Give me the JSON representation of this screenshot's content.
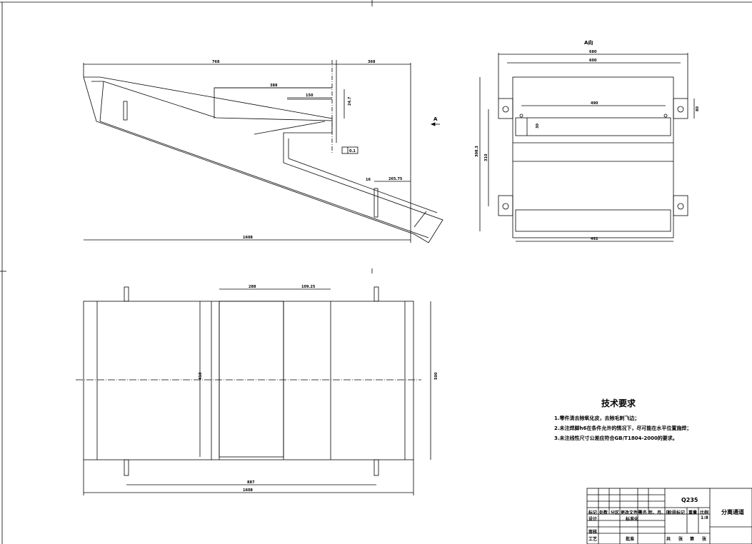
{
  "view_label_top": "A向",
  "view_arrow_label": "A",
  "dims": {
    "side_top_left": "768",
    "side_top_right": "368",
    "side_inner": "388",
    "side_150": "150",
    "side_24": "24.7",
    "side_16": "16",
    "side_265": "265.75",
    "side_total": "1608",
    "flatness": "0.1",
    "end_top_outer": "680",
    "end_top_inner": "600",
    "end_slot": "490",
    "end_bottom": "492",
    "end_side_a": "308.3",
    "end_side_b": "310",
    "end_right": "80",
    "end_slot_h": "30",
    "plan_top_left": "288",
    "plan_top_right": "109.25",
    "plan_inner_h": "418",
    "plan_right_h": "500",
    "plan_bottom": "887",
    "plan_total": "1608"
  },
  "tech_requirements": {
    "title": "技术要求",
    "items": [
      "1.零件清去除氧化皮，去除毛刺飞边；",
      "2.未注焊脚h6在条件允许的情况下，尽可能在水平位置施焊；",
      "3.未注线性尺寸公差应符合GB/T1804-2000的要求。"
    ]
  },
  "title_block": {
    "material": "Q235",
    "part_name": "分离通道",
    "scale_label": "比例",
    "scale": "1:8",
    "weight_label": "重量",
    "stage_label": "阶段标记",
    "h_mark": "标记",
    "h_count": "处数",
    "h_zone": "分区",
    "h_change": "更改文件号",
    "h_sign": "签名",
    "h_date": "年、月、日",
    "design": "设计",
    "standard": "标准化",
    "review": "审核",
    "process": "工艺",
    "approve": "批准",
    "total": "共",
    "sheet_unit": "张",
    "page": "第",
    "sheet_unit2": "张"
  }
}
